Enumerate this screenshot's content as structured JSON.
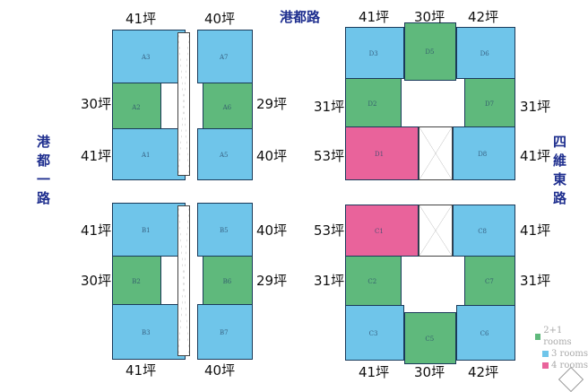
{
  "roads": {
    "top": "港都路",
    "left": "港都一路",
    "right": "四維東路"
  },
  "colors": {
    "rooms_2_1": "#5fb97c",
    "rooms_3": "#6fc5ea",
    "rooms_4": "#e9639b"
  },
  "units": {
    "A1": "A1",
    "A2": "A2",
    "A3": "A3",
    "A5": "A5",
    "A6": "A6",
    "A7": "A7",
    "B1": "B1",
    "B2": "B2",
    "B3": "B3",
    "B5": "B5",
    "B6": "B6",
    "B7": "B7",
    "C1": "C1",
    "C2": "C2",
    "C3": "C3",
    "C5": "C5",
    "C6": "C6",
    "C7": "C7",
    "C8": "C8",
    "D1": "D1",
    "D2": "D2",
    "D3": "D3",
    "D5": "D5",
    "D6": "D6",
    "D7": "D7",
    "D8": "D8"
  },
  "areas": {
    "a_top_left": "41坪",
    "a_top_right": "40坪",
    "a_mid_left": "30坪",
    "a_mid_right": "29坪",
    "a_bot_left": "41坪",
    "a_bot_right": "40坪",
    "b_top_left": "41坪",
    "b_top_right": "40坪",
    "b_mid_left": "30坪",
    "b_mid_right": "29坪",
    "b_bot_left": "41坪",
    "b_bot_right": "40坪",
    "d_top_left": "41坪",
    "d_top_mid": "30坪",
    "d_top_right": "42坪",
    "d_mid_left": "31坪",
    "d_mid_right": "31坪",
    "d_low_left": "53坪",
    "d_low_right": "41坪",
    "c_top_left": "53坪",
    "c_top_right": "41坪",
    "c_mid_left": "31坪",
    "c_mid_right": "31坪",
    "c_bot_left": "41坪",
    "c_bot_mid": "30坪",
    "c_bot_right": "42坪"
  },
  "legend": [
    {
      "label": "2+1 rooms",
      "color": "#5fb97c"
    },
    {
      "label": "3 rooms",
      "color": "#6fc5ea"
    },
    {
      "label": "4 rooms",
      "color": "#e9639b"
    }
  ]
}
